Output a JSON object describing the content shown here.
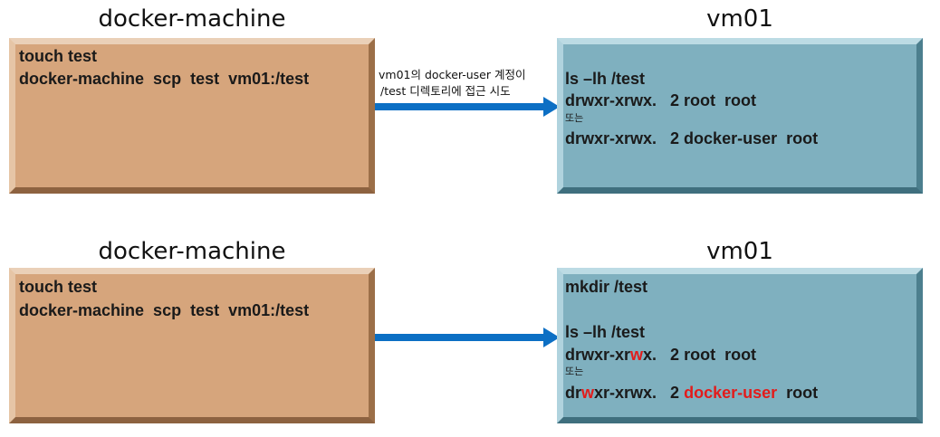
{
  "top": {
    "left_title": "docker-machine",
    "right_title": "vm01",
    "left_lines": [
      "touch test",
      "docker-machine  scp  test  vm01:/test"
    ],
    "arrow_note_1": "vm01의 docker-user 계정이",
    "arrow_note_2": "/test 디렉토리에 접근 시도",
    "right": {
      "cmd": "ls –lh /test",
      "perm1": "drwxr-xrwx.   2 root  root",
      "or": "또는",
      "perm2": "drwxr-xrwx.   2 docker-user  root"
    }
  },
  "bottom": {
    "left_title": "docker-machine",
    "right_title": "vm01",
    "left_lines": [
      "touch test",
      "docker-machine  scp  test  vm01:/test"
    ],
    "right": {
      "mkdir": "mkdir /test",
      "cmd": "ls –lh /test",
      "perm1_a": "drwxr-xr",
      "perm1_red": "w",
      "perm1_b": "x.   2 root  root",
      "or": "또는",
      "perm2_a": "dr",
      "perm2_red": "w",
      "perm2_b": "xr-xrwx.   2 ",
      "perm2_user": "docker-user",
      "perm2_c": "  root"
    }
  },
  "colors": {
    "source_box": "#d6a57c",
    "target_box": "#7fb0bf",
    "arrow": "#0c6fc4",
    "highlight": "#e31b1b"
  }
}
